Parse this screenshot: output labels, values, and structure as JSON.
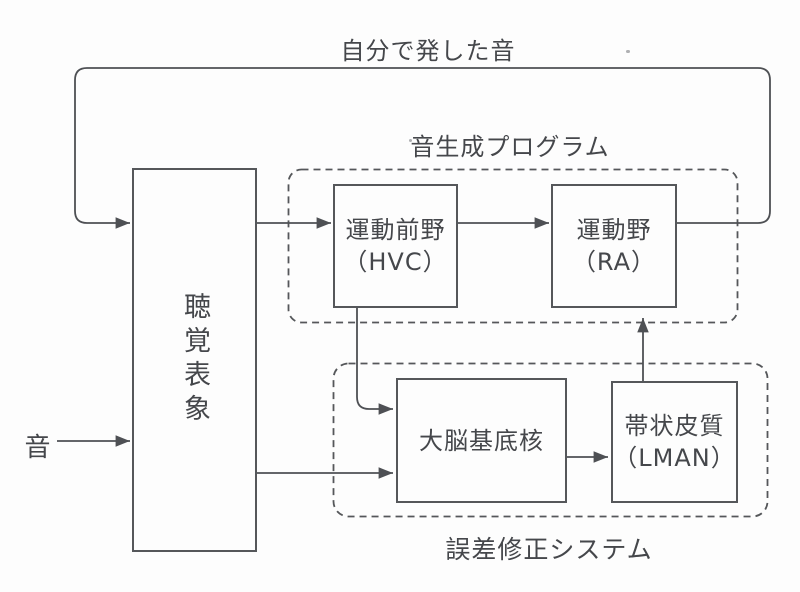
{
  "diagram": {
    "background": "#fdfdfd",
    "line_color": "#4e5054",
    "text_color": "#45474b",
    "top_label": "自分で発した音",
    "input_label": "音",
    "groups": [
      {
        "id": "sound-program",
        "label": "音生成プログラム"
      },
      {
        "id": "error-correction",
        "label": "誤差修正システム"
      }
    ],
    "nodes": [
      {
        "id": "auditory-representation",
        "label": "聴覚表象"
      },
      {
        "id": "premotor-area",
        "label": "運動前野",
        "sublabel": "（HVC）"
      },
      {
        "id": "motor-area",
        "label": "運動野",
        "sublabel": "（RA）"
      },
      {
        "id": "basal-ganglia",
        "label": "大脳基底核"
      },
      {
        "id": "cingulate-cortex",
        "label": "帯状皮質",
        "sublabel": "（LMAN）"
      }
    ],
    "edges": [
      {
        "from": "motor-area",
        "to": "auditory-representation",
        "via": "feedback-loop",
        "label": "自分で発した音"
      },
      {
        "from": "sound-input",
        "to": "auditory-representation"
      },
      {
        "from": "auditory-representation",
        "to": "premotor-area"
      },
      {
        "from": "premotor-area",
        "to": "motor-area"
      },
      {
        "from": "premotor-area",
        "to": "basal-ganglia"
      },
      {
        "from": "auditory-representation",
        "to": "basal-ganglia"
      },
      {
        "from": "basal-ganglia",
        "to": "cingulate-cortex"
      },
      {
        "from": "cingulate-cortex",
        "to": "motor-area"
      }
    ]
  }
}
